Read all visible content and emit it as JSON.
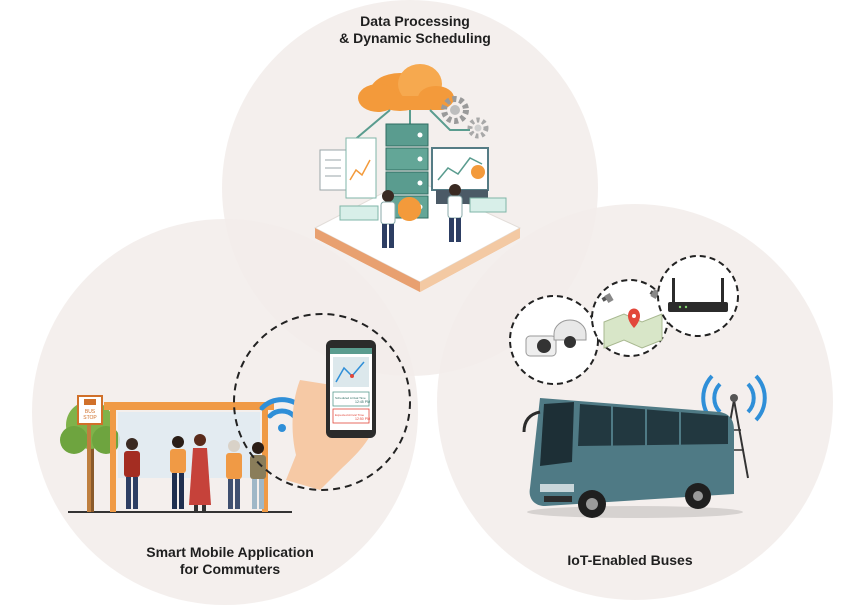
{
  "sections": {
    "processing": {
      "title_line1": "Data Processing",
      "title_line2": "& Dynamic Scheduling"
    },
    "commuter_app": {
      "title_line1": "Smart Mobile Application",
      "title_line2": "for Commuters",
      "bus_stop_sign_line1": "BUS",
      "bus_stop_sign_line2": "STOP",
      "phone_row1_label": "Scheduled Arrival Time",
      "phone_row1_time": "12:45 PM",
      "phone_row2_label": "Expected Arrival Time",
      "phone_row2_time": "12:50 PM"
    },
    "iot_buses": {
      "title": "IoT-Enabled Buses"
    }
  },
  "colors": {
    "circle_fill": "#f2ecea",
    "cloud": "#f39a3b",
    "server": "#5a9c8f",
    "bus_body": "#4f7a85",
    "wifi": "#2f8fd8",
    "bus_stop_roof": "#f09a45",
    "tree": "#7fb24a"
  }
}
